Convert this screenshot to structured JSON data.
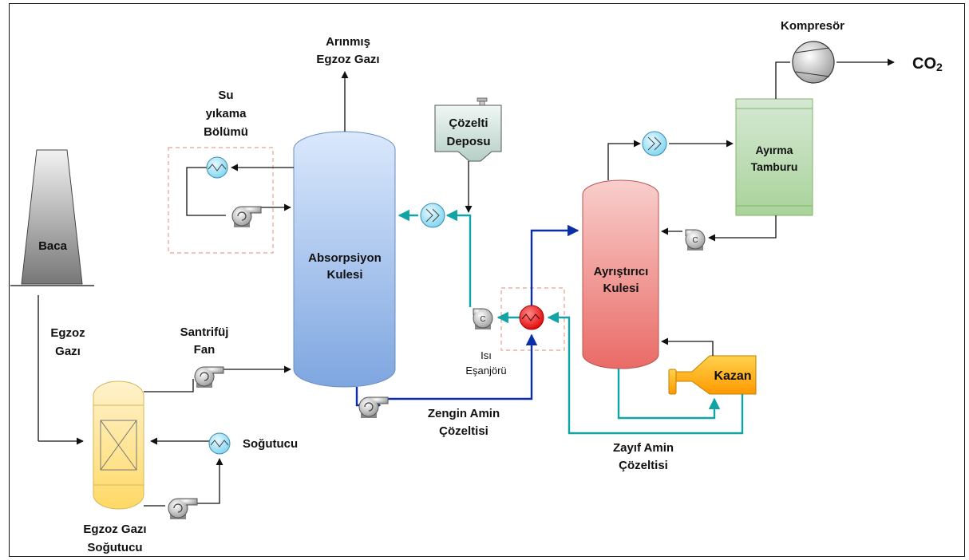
{
  "labels": {
    "purified_exhaust_line1": "Arınmış",
    "purified_exhaust_line2": "Egzoz Gazı",
    "compressor": "Kompresör",
    "co2_main": "CO",
    "co2_sub": "2",
    "water_wash_line1": "Su",
    "water_wash_line2": "yıkama",
    "water_wash_line3": "Bölümü",
    "solution_tank_line1": "Çözelti",
    "solution_tank_line2": "Deposu",
    "separator_drum_line1": "Ayırma",
    "separator_drum_line2": "Tamburu",
    "stack": "Baca",
    "absorber_line1": "Absorpsiyon",
    "absorber_line2": "Kulesi",
    "stripper_line1": "Ayrıştırıcı",
    "stripper_line2": "Kulesi",
    "exhaust_gas_line1": "Egzoz",
    "exhaust_gas_line2": "Gazı",
    "fan_line1": "Santrifüj",
    "fan_line2": "Fan",
    "heat_exchanger_line1": "Isı",
    "heat_exchanger_line2": "Eşanjörü",
    "boiler": "Kazan",
    "rich_amine_line1": "Zengin Amin",
    "rich_amine_line2": "Çözeltisi",
    "cooler": "Soğutucu",
    "lean_amine_line1": "Zayıf Amin",
    "lean_amine_line2": "Çözeltisi",
    "exhaust_cooler_line1": "Egzoz Gazı",
    "exhaust_cooler_line2": "Soğutucu"
  },
  "colors": {
    "absorber_top": "#dae8fc",
    "absorber_bottom": "#7ea6e0",
    "stripper_top": "#f8cecc",
    "stripper_bottom": "#ea6b66",
    "drum_fill": "#d5e8d4",
    "drum_edge": "#82b366",
    "cooler_fill": "#fff2cc",
    "cooler_edge": "#d6b656",
    "rich_line": "#0a2ea8",
    "lean_line": "#12a4a4",
    "boiler_fill": "#ffb000",
    "hx_red": "#ff2b2b"
  }
}
